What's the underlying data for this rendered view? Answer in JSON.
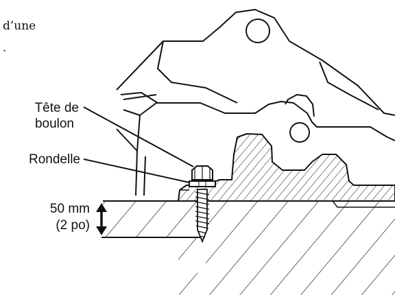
{
  "fragment_text": {
    "line1": "d’une",
    "line2": "."
  },
  "callouts": {
    "bolt_head_line1": "Tête de",
    "bolt_head_line2": "boulon",
    "washer": "Rondelle",
    "depth_value": "50 mm",
    "depth_imperial": "(2 po)"
  },
  "icons": [
    "bolt-icon",
    "washer-icon",
    "depth-arrow-icon"
  ],
  "colors": {
    "line": "#111111",
    "background": "#ffffff"
  }
}
